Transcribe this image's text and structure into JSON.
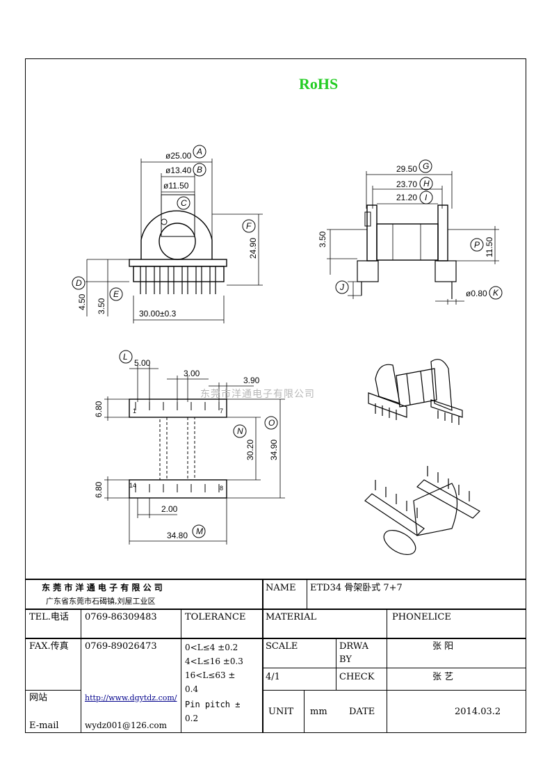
{
  "header": {
    "rohs": "RoHS"
  },
  "watermark": "东莞市洋通电子有限公司",
  "dimensions": {
    "top_left": {
      "d25": "ø25.00",
      "d1340": "ø13.40",
      "d1150": "ø11.50",
      "h2490": "24.90",
      "h450": "4.50",
      "h350": "3.50",
      "w3000": "30.00±0.3",
      "tags": [
        "A",
        "B",
        "C",
        "D",
        "E",
        "F"
      ]
    },
    "top_right": {
      "w2950": "29.50",
      "w2370": "23.70",
      "w2120": "21.20",
      "h350": "3.50",
      "h1150": "11.50",
      "pin": "ø0.80",
      "tags": [
        "G",
        "H",
        "I",
        "J",
        "K",
        "P"
      ]
    },
    "bottom_left": {
      "w500": "5.00",
      "w300": "3.00",
      "w390": "3.90",
      "h680a": "6.80",
      "h680b": "6.80",
      "h3020": "30.20",
      "h3490": "34.90",
      "w200": "2.00",
      "w3480": "34.80",
      "pin_1": "1",
      "pin_7": "7",
      "pin_14": "14",
      "pin_8": "8",
      "tags": [
        "L",
        "M",
        "N",
        "O"
      ]
    }
  },
  "title_block": {
    "company": "东 莞 市 洋 通 电 子 有 限 公 司",
    "address": "广东省东莞市石碣镇,刘屋工业区",
    "name_label": "NAME",
    "name_value": "ETD34 骨架卧式 7+7",
    "tel_label": "TEL.电话",
    "tel_value": "0769-86309483",
    "tolerance_label": "TOLERANCE",
    "material_label": "MATERIAL",
    "phonelice_label": "PHONELICE",
    "fax_label": "FAX.传真",
    "fax_value": "0769-89026473",
    "tol_1": "0<L≤4  ±0.2",
    "tol_2": "4<L≤16 ±0.3",
    "tol_3": "16<L≤63 ±",
    "tol_4": "0.4",
    "tol_5": "Pin pitch ±",
    "tol_6": "0.2",
    "scale_label": "SCALE",
    "drwaby_1": "DRWA",
    "drwaby_2": "BY",
    "drawn_by": "张  阳",
    "scale_value": "4/1",
    "check_label": "CHECK",
    "checked_by": "张  艺",
    "web_label": "网站",
    "web_value": "http://www.dgytdz.com/",
    "email_label": "E-mail",
    "email_value": "wydz001@126.com",
    "unit_label": "UNIT",
    "unit_value": "mm",
    "date_label": "DATE",
    "date_value": "2014.03.2"
  }
}
